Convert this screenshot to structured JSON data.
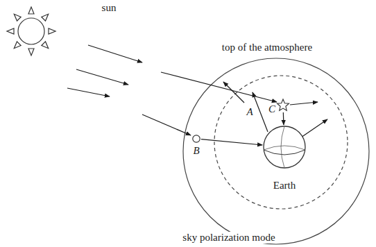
{
  "diagram": {
    "nodes": [
      {
        "text": [
          "Earth"
        ]
      },
      {
        "text": [
          "B"
        ]
      },
      {
        "text": [
          "C"
        ]
      }
    ],
    "edges": [
      {
        "from": 1,
        "to": 0,
        "arrow": "to"
      },
      {
        "from": 2,
        "to": 0,
        "arrow": "to"
      }
    ],
    "labels": [
      "sun",
      "top of the atmosphere",
      "A",
      "sky polarization mode"
    ]
  }
}
